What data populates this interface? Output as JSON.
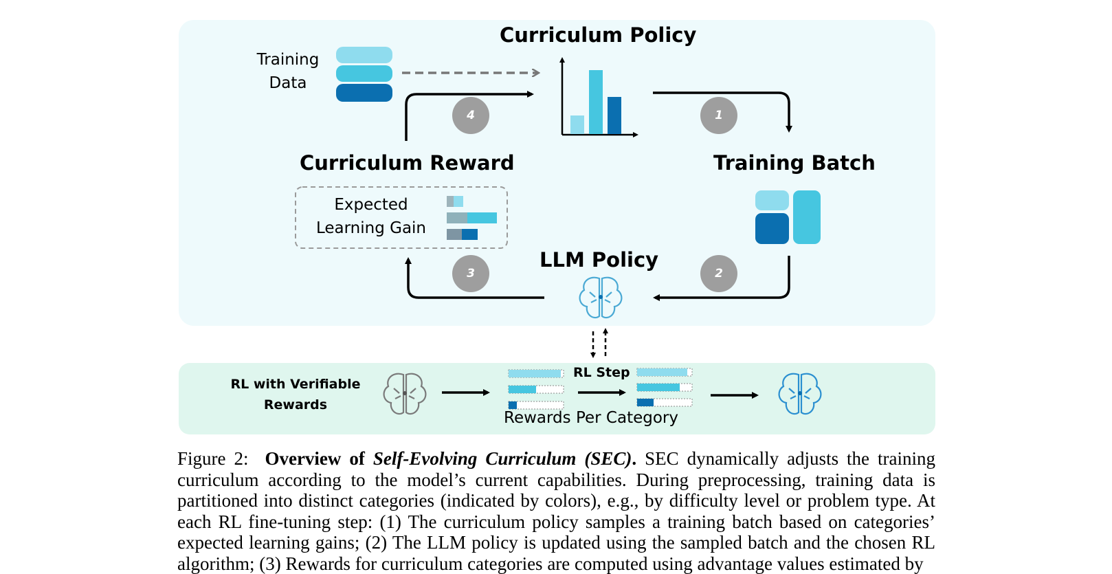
{
  "diagram": {
    "curriculum_policy": "Curriculum Policy",
    "training_data": [
      "Training",
      "Data"
    ],
    "curriculum_reward": "Curriculum Reward",
    "expected_learning_gain": [
      "Expected",
      "Learning Gain"
    ],
    "training_batch": "Training Batch",
    "llm_policy": "LLM Policy",
    "steps": [
      "1",
      "2",
      "3",
      "4"
    ],
    "rl_with_verifiable_rewards": [
      "RL with Verifiable",
      "Rewards"
    ],
    "rl_step": "RL Step",
    "rewards_per_category": "Rewards Per Category",
    "category_colors": [
      "#8fdcee",
      "#46c6e0",
      "#0b6fb0"
    ],
    "reward_fill_levels": {
      "before": [
        0.95,
        0.5,
        0.15
      ],
      "after": [
        0.92,
        0.78,
        0.3
      ]
    }
  },
  "caption": {
    "label": "Figure 2:",
    "bold_lead": "Overview of ",
    "bold_italic": "Self-Evolving Curriculum (SEC)",
    "bold_tail": ".",
    "text": " SEC dynamically adjusts the training curriculum according to the model’s current capabilities. During preprocessing, training data is partitioned into distinct categories (indicated by colors), e.g., by difficulty level or problem type. At each RL fine-tuning step: (1) The curriculum policy samples a training batch based on categories’ expected learning gains; (2) The LLM policy is updated using the sampled batch and the chosen RL algorithm; (3) Rewards for curriculum categories are computed using advantage values estimated by"
  }
}
